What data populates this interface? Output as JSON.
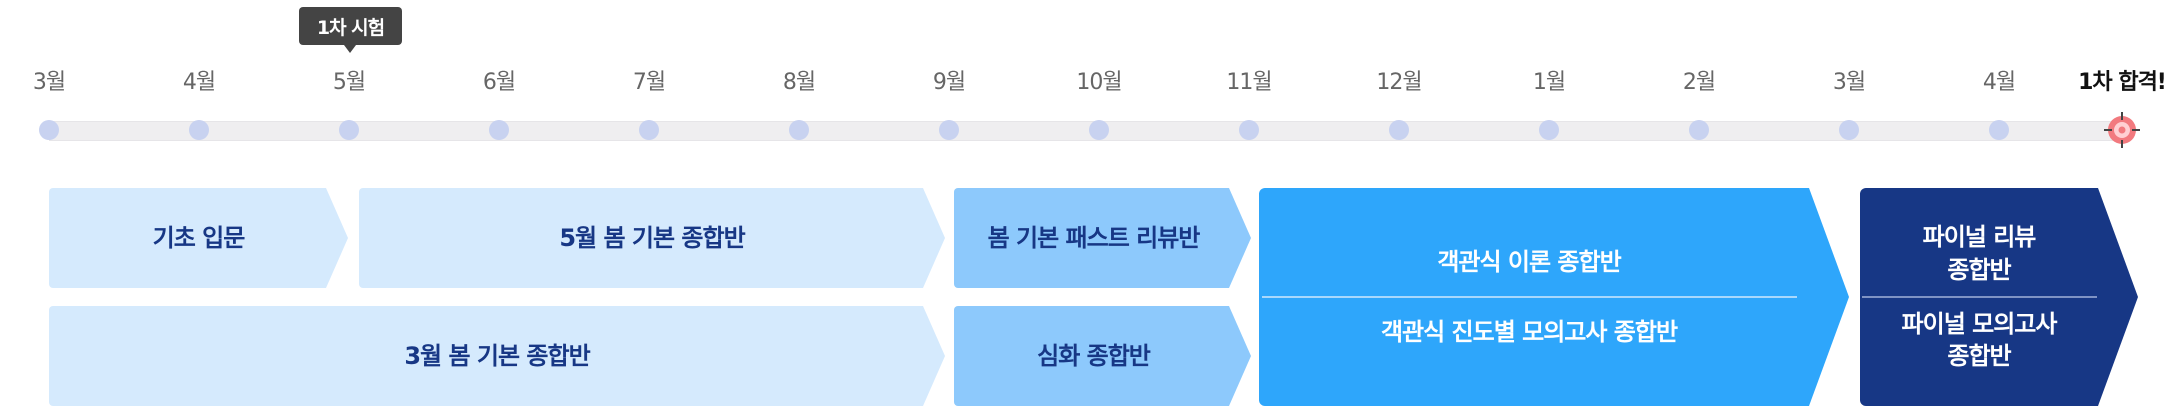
{
  "tooltip": {
    "label": "1차 시험"
  },
  "timeline": {
    "months": [
      "3월",
      "4월",
      "5월",
      "6월",
      "7월",
      "8월",
      "9월",
      "10월",
      "11월",
      "12월",
      "1월",
      "2월",
      "3월",
      "4월"
    ],
    "goal_label": "1차 합격!",
    "goal_icon": "target-icon"
  },
  "courses": {
    "basic_intro": "기초 입문",
    "may_spring_basic": "5월 봄 기본 종합반",
    "march_spring_basic": "3월 봄 기본 종합반",
    "spring_fast_review": "봄 기본 패스트 리뷰반",
    "advanced": "심화 종합반",
    "objective_theory": "객관식 이론 종합반",
    "objective_mock": "객관식 진도별 모의고사 종합반",
    "final_review_1": "파이널 리뷰",
    "final_review_2": "종합반",
    "final_mock_1": "파이널 모의고사",
    "final_mock_2": "종합반"
  },
  "colors": {
    "light": "#d5eafd",
    "mid": "#8dc9fc",
    "bright": "#2ea6fb",
    "navy": "#173785",
    "dot": "#c8d2f0",
    "goal": "#f27a7f"
  }
}
